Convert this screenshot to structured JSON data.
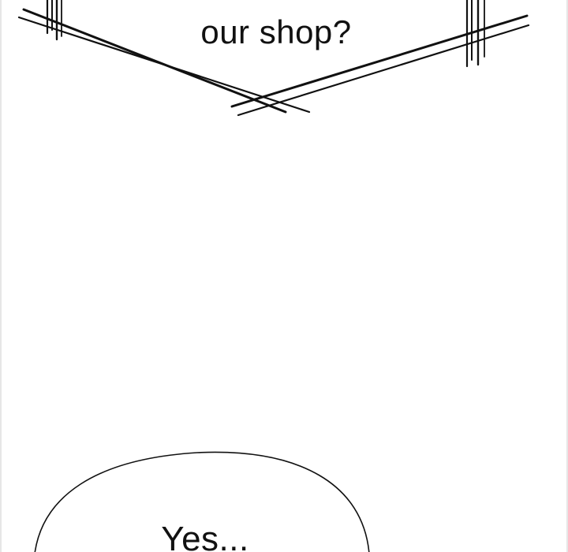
{
  "speech_bubbles": [
    {
      "style": "jagged-shout",
      "text": "our shop?"
    },
    {
      "style": "oval",
      "text": "Yes..."
    }
  ],
  "colors": {
    "background": "#ffffff",
    "ink": "#111111",
    "panel_edge": "#e6e6e6"
  }
}
